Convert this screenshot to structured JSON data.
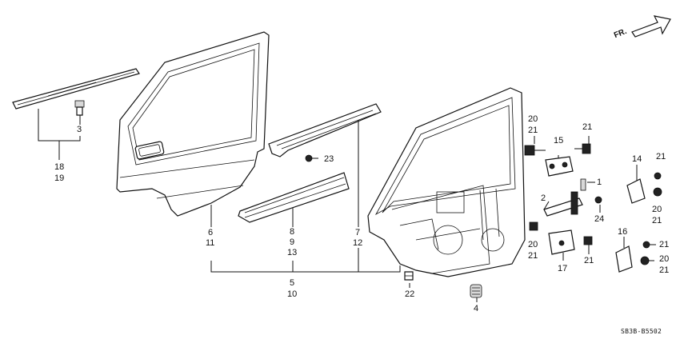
{
  "direction_label": "FR.",
  "diagram_code": "SB3B-B5502",
  "callouts": [
    {
      "id": "c3",
      "text": "3"
    },
    {
      "id": "c18",
      "text": "18"
    },
    {
      "id": "c19",
      "text": "19"
    },
    {
      "id": "c6",
      "text": "6"
    },
    {
      "id": "c11",
      "text": "11"
    },
    {
      "id": "c23",
      "text": "23"
    },
    {
      "id": "c8",
      "text": "8"
    },
    {
      "id": "c9",
      "text": "9"
    },
    {
      "id": "c13",
      "text": "13"
    },
    {
      "id": "c5",
      "text": "5"
    },
    {
      "id": "c10",
      "text": "10"
    },
    {
      "id": "c7",
      "text": "7"
    },
    {
      "id": "c12",
      "text": "12"
    },
    {
      "id": "c22",
      "text": "22"
    },
    {
      "id": "c4",
      "text": "4"
    },
    {
      "id": "c20a",
      "text": "20"
    },
    {
      "id": "c21a",
      "text": "21"
    },
    {
      "id": "c15",
      "text": "15"
    },
    {
      "id": "c21b",
      "text": "21"
    },
    {
      "id": "c1",
      "text": "1"
    },
    {
      "id": "c2",
      "text": "2"
    },
    {
      "id": "c24",
      "text": "24"
    },
    {
      "id": "c14",
      "text": "14"
    },
    {
      "id": "c21c",
      "text": "21"
    },
    {
      "id": "c20b",
      "text": "20"
    },
    {
      "id": "c21d",
      "text": "21"
    },
    {
      "id": "c20c",
      "text": "20"
    },
    {
      "id": "c21e",
      "text": "21"
    },
    {
      "id": "c17",
      "text": "17"
    },
    {
      "id": "c21f",
      "text": "21"
    },
    {
      "id": "c16",
      "text": "16"
    },
    {
      "id": "c21g",
      "text": "21"
    },
    {
      "id": "c20d",
      "text": "20"
    },
    {
      "id": "c21h",
      "text": "21"
    }
  ]
}
